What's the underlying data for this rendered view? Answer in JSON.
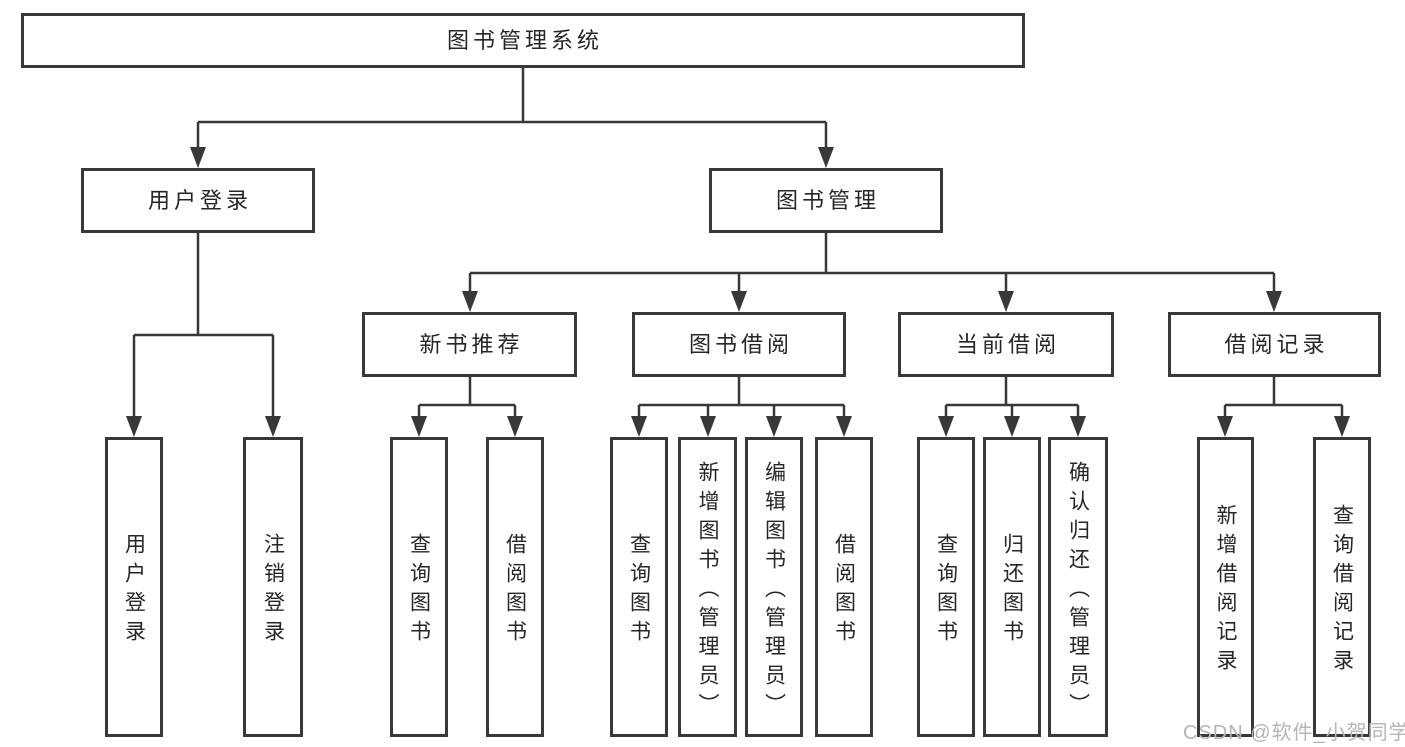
{
  "colors": {
    "line": "#383838",
    "text": "#262626",
    "box_bg": "#ffffff",
    "watermark": "#b5b5b5",
    "background": "#ffffff"
  },
  "root": {
    "label": "图书管理系统"
  },
  "branches": [
    {
      "label": "用户登录",
      "leaves": [
        "用户登录",
        "注销登录"
      ]
    },
    {
      "label": "图书管理",
      "groups": [
        {
          "label": "新书推荐",
          "leaves": [
            "查询图书",
            "借阅图书"
          ]
        },
        {
          "label": "图书借阅",
          "leaves": [
            "查询图书",
            "新增图书（管理员）",
            "编辑图书（管理员）",
            "借阅图书"
          ]
        },
        {
          "label": "当前借阅",
          "leaves": [
            "查询图书",
            "归还图书",
            "确认归还（管理员）"
          ]
        },
        {
          "label": "借阅记录",
          "leaves": [
            "新增借阅记录",
            "查询借阅记录"
          ]
        }
      ]
    }
  ],
  "watermark": "CSDN @软件_小贺同学"
}
